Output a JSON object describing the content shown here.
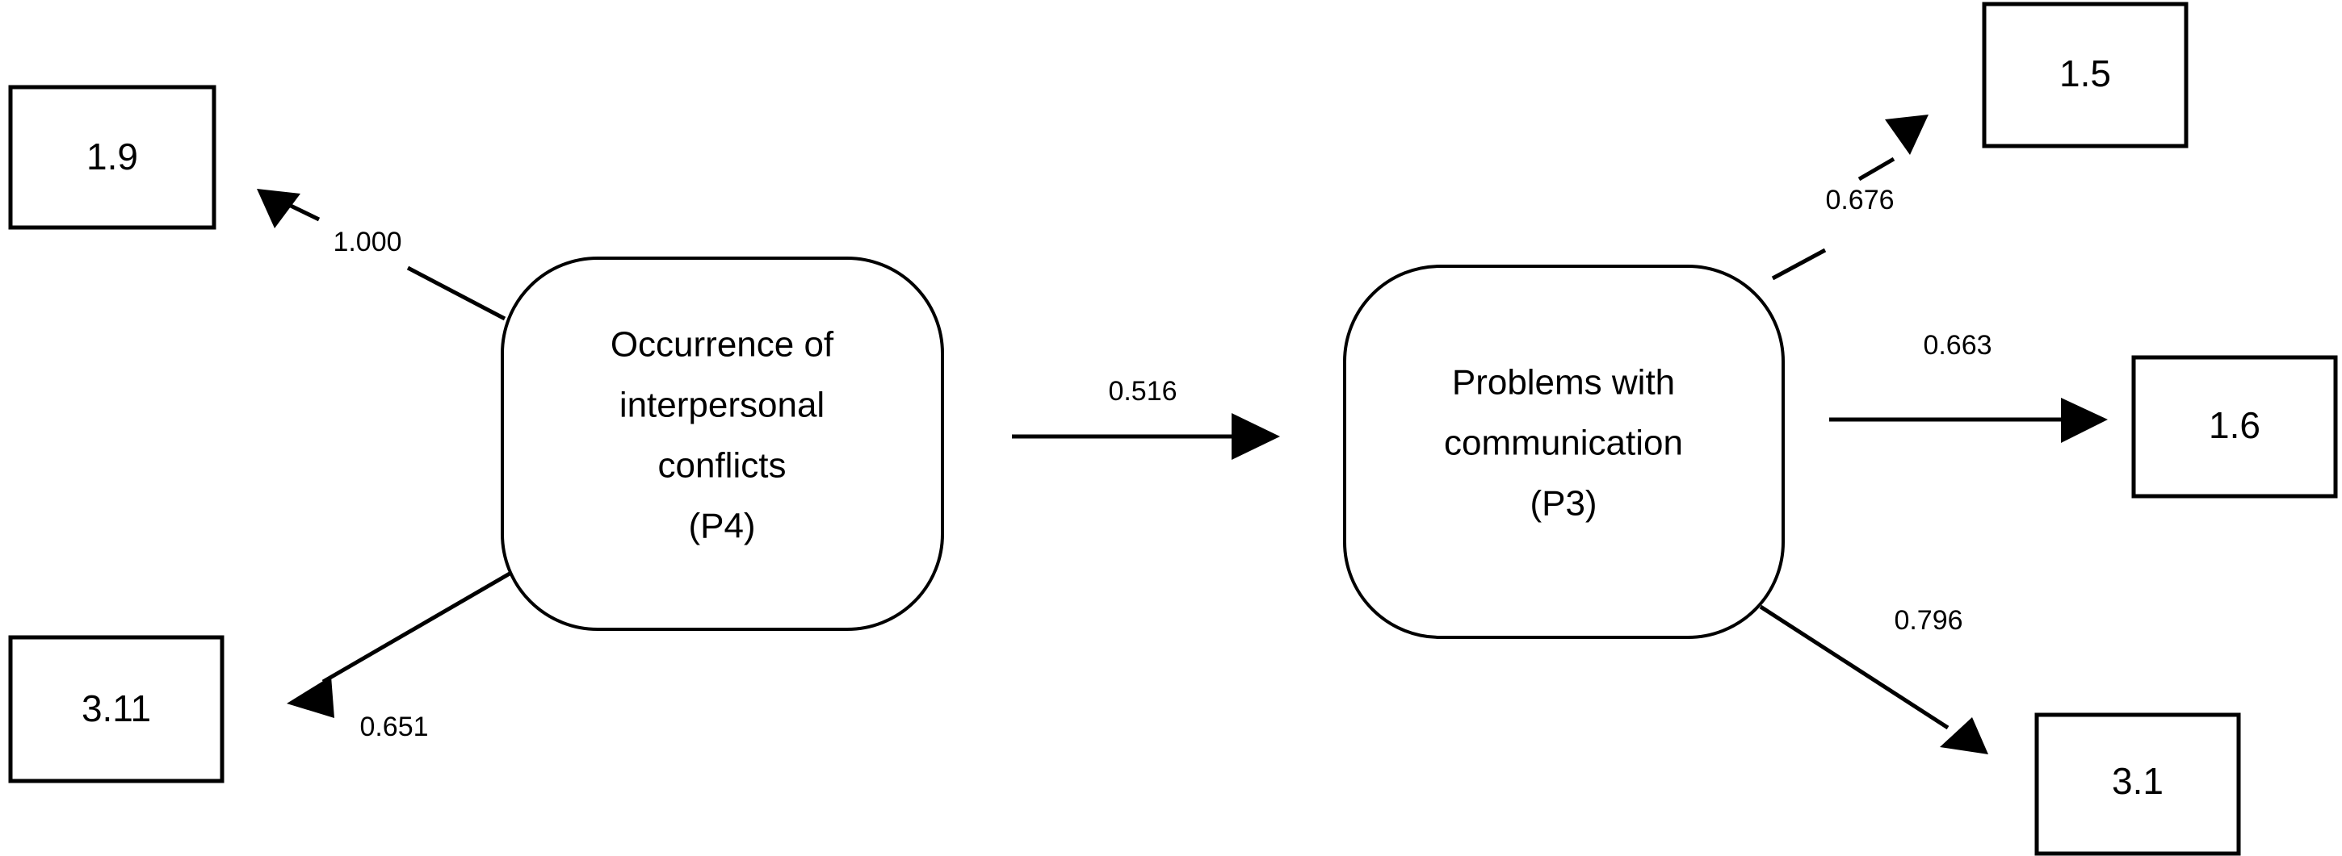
{
  "diagram": {
    "type": "path-diagram",
    "background_color": "#ffffff",
    "line_color": "#000000",
    "text_color": "#000000",
    "latent_nodes": [
      {
        "id": "P4",
        "lines": [
          "Occurrence of",
          "interpersonal",
          "conflicts",
          "(P4)"
        ],
        "label": "Occurrence of interpersonal conflicts (P4)",
        "shape": "rounded-rectangle"
      },
      {
        "id": "P3",
        "lines": [
          "Problems with",
          "communication",
          "(P3)"
        ],
        "label": "Problems with communication (P3)",
        "shape": "rounded-rectangle"
      }
    ],
    "indicators": [
      {
        "id": "ind-1-9",
        "label": "1.9",
        "shape": "rectangle"
      },
      {
        "id": "ind-3-11",
        "label": "3.11",
        "shape": "rectangle"
      },
      {
        "id": "ind-1-5",
        "label": "1.5",
        "shape": "rectangle"
      },
      {
        "id": "ind-1-6",
        "label": "1.6",
        "shape": "rectangle"
      },
      {
        "id": "ind-3-1",
        "label": "3.1",
        "shape": "rectangle"
      }
    ],
    "edges": [
      {
        "id": "edge-p4-1-9",
        "from": "P4",
        "to": "ind-1-9",
        "coefficient": "1.000",
        "direction": "upper-left"
      },
      {
        "id": "edge-p4-3-11",
        "from": "P4",
        "to": "ind-3-11",
        "coefficient": "0.651",
        "direction": "lower-left"
      },
      {
        "id": "edge-p4-p3",
        "from": "P4",
        "to": "P3",
        "coefficient": "0.516",
        "direction": "right"
      },
      {
        "id": "edge-p3-1-5",
        "from": "P3",
        "to": "ind-1-5",
        "coefficient": "0.676",
        "direction": "upper-right"
      },
      {
        "id": "edge-p3-1-6",
        "from": "P3",
        "to": "ind-1-6",
        "coefficient": "0.663",
        "direction": "right"
      },
      {
        "id": "edge-p3-3-1",
        "from": "P3",
        "to": "ind-3-1",
        "coefficient": "0.796",
        "direction": "lower-right"
      }
    ]
  },
  "chart_data": {
    "type": "diagram",
    "title": "",
    "nodes": [
      {
        "name": "Occurrence of interpersonal conflicts (P4)",
        "kind": "latent"
      },
      {
        "name": "Problems with communication (P3)",
        "kind": "latent"
      },
      {
        "name": "1.9",
        "kind": "indicator"
      },
      {
        "name": "3.11",
        "kind": "indicator"
      },
      {
        "name": "1.5",
        "kind": "indicator"
      },
      {
        "name": "1.6",
        "kind": "indicator"
      },
      {
        "name": "3.1",
        "kind": "indicator"
      }
    ],
    "links": [
      {
        "source": "Occurrence of interpersonal conflicts (P4)",
        "target": "1.9",
        "value": 1.0
      },
      {
        "source": "Occurrence of interpersonal conflicts (P4)",
        "target": "3.11",
        "value": 0.651
      },
      {
        "source": "Occurrence of interpersonal conflicts (P4)",
        "target": "Problems with communication (P3)",
        "value": 0.516
      },
      {
        "source": "Problems with communication (P3)",
        "target": "1.5",
        "value": 0.676
      },
      {
        "source": "Problems with communication (P3)",
        "target": "1.6",
        "value": 0.663
      },
      {
        "source": "Problems with communication (P3)",
        "target": "3.1",
        "value": 0.796
      }
    ]
  }
}
